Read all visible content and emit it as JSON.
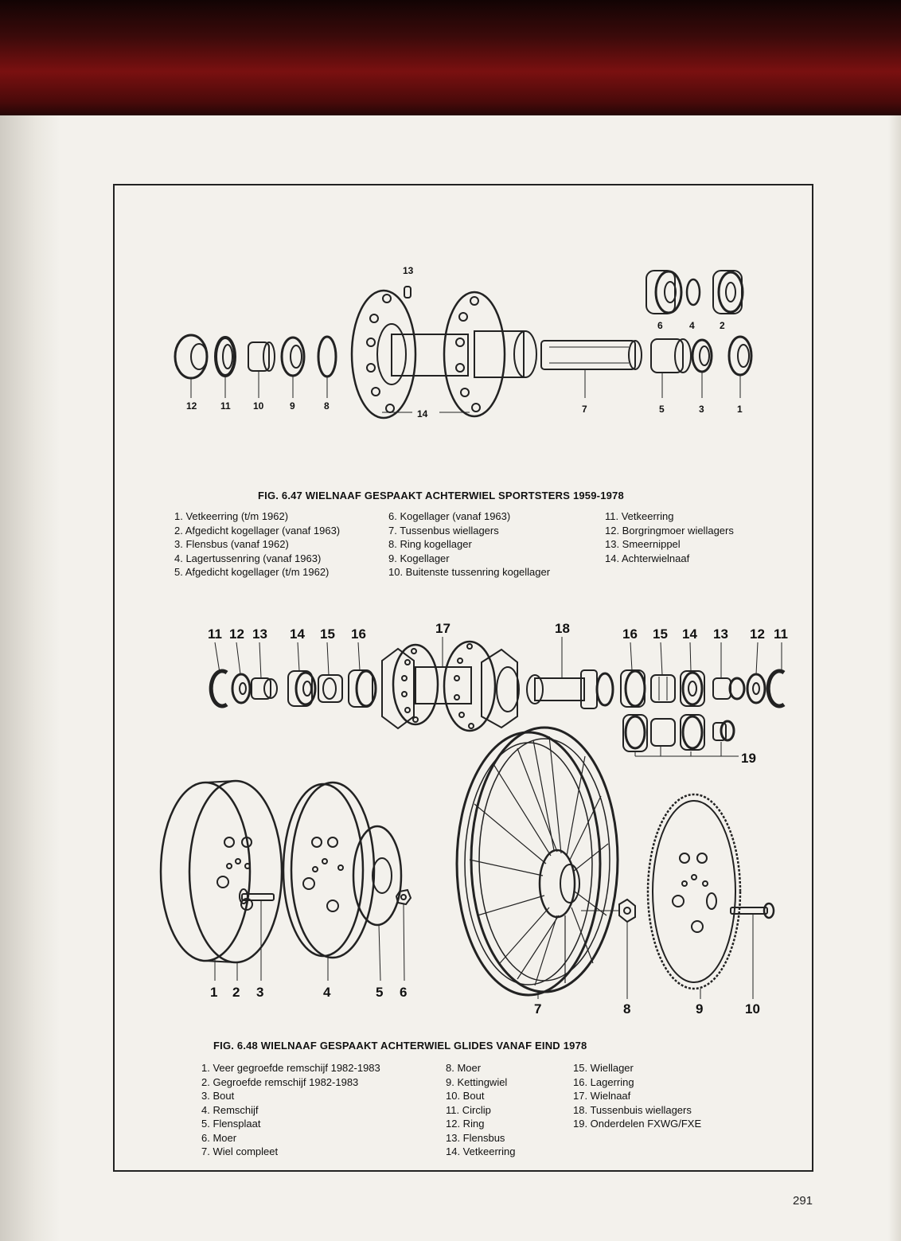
{
  "page_number": "291",
  "figure_47": {
    "caption": "FIG. 6.47 WIELNAAF GESPAAKT ACHTERWIEL  SPORTSTERS 1959-1978",
    "callouts": {
      "c13": "13",
      "c6": "6",
      "c4": "4",
      "c2": "2",
      "c12": "12",
      "c11": "11",
      "c10": "10",
      "c9": "9",
      "c8": "8",
      "c14": "14",
      "c7": "7",
      "c5": "5",
      "c3": "3",
      "c1": "1"
    },
    "legend_col1": [
      "1. Vetkeerring (t/m 1962)",
      "2. Afgedicht kogellager (vanaf 1963)",
      "3. Flensbus (vanaf 1962)",
      "4. Lagertussenring (vanaf 1963)",
      "5. Afgedicht kogellager (t/m 1962)"
    ],
    "legend_col2": [
      "6. Kogellager (vanaf 1963)",
      "7. Tussenbus wiellagers",
      "8. Ring kogellager",
      "9. Kogellager",
      "10. Buitenste tussenring kogellager"
    ],
    "legend_col3": [
      "11. Vetkeerring",
      "12. Borgringmoer wiellagers",
      "13. Smeernippel",
      "14. Achterwielnaaf"
    ]
  },
  "figure_48": {
    "caption": "FIG. 6.48  WIELNAAF GESPAAKT ACHTERWIEL  GLIDES VANAF EIND 1978",
    "callouts_top": {
      "l11": "11",
      "l12": "12",
      "l13": "13",
      "l14": "14",
      "l15": "15",
      "l16": "16",
      "c17": "17",
      "c18": "18",
      "r16": "16",
      "r15": "15",
      "r14": "14",
      "r13": "13",
      "r12": "12",
      "r11": "11",
      "c19": "19"
    },
    "callouts_bottom": {
      "c1": "1",
      "c2": "2",
      "c3": "3",
      "c4": "4",
      "c5": "5",
      "c6": "6",
      "c7": "7",
      "c8": "8",
      "c9": "9",
      "c10": "10"
    },
    "legend_col1": [
      "1. Veer gegroefde remschijf 1982-1983",
      "2. Gegroefde remschijf 1982-1983",
      "3. Bout",
      "4. Remschijf",
      "5. Flensplaat",
      "6. Moer",
      "7. Wiel compleet"
    ],
    "legend_col2": [
      "8. Moer",
      "9. Kettingwiel",
      "10. Bout",
      "11. Circlip",
      "12. Ring",
      "13. Flensbus",
      "14. Vetkeerring"
    ],
    "legend_col3": [
      "15. Wiellager",
      "16. Lagerring",
      "17. Wielnaaf",
      "18. Tussenbuis wiellagers",
      "19. Onderdelen FXWG/FXE"
    ]
  }
}
